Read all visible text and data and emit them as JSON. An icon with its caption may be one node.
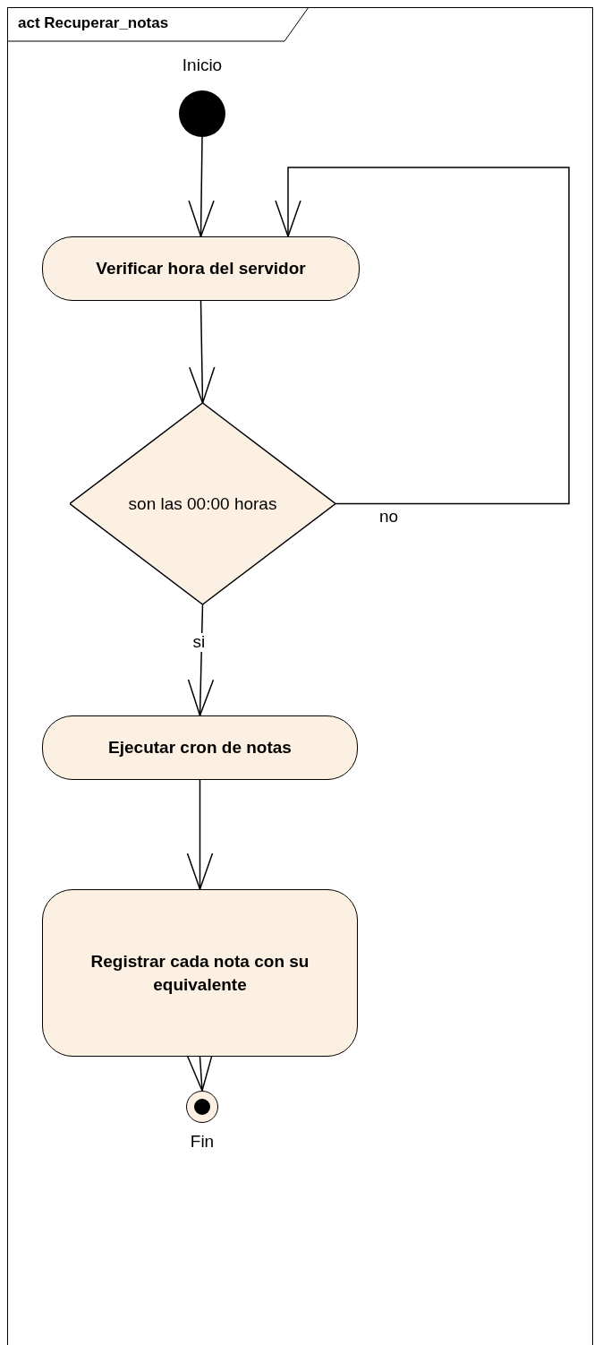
{
  "diagram": {
    "title": "act Recuperar_notas",
    "nodes": [
      {
        "text": [],
        "shape": "circle",
        "beside": [
          "Inicio"
        ]
      },
      {
        "text": [
          "Verificar hora del servidor"
        ]
      },
      {
        "text": [
          "son las 00:00 horas"
        ]
      },
      {
        "text": [
          "Ejecutar cron de notas"
        ]
      },
      {
        "text": [
          "Registrar cada nota con su equivalente"
        ]
      },
      {
        "text": [],
        "shape": "circle",
        "beside": [
          "Fin"
        ]
      }
    ],
    "edges": [
      {
        "from": 0,
        "to": 1,
        "arrow": "to"
      },
      {
        "from": 1,
        "to": 2,
        "arrow": "to"
      },
      {
        "from": 2,
        "to": 1,
        "arrow": "to",
        "label": "no"
      },
      {
        "from": 2,
        "to": 3,
        "arrow": "to",
        "label": "si"
      },
      {
        "from": 3,
        "to": 4,
        "arrow": "to"
      },
      {
        "from": 4,
        "to": 5,
        "arrow": "to"
      }
    ]
  }
}
